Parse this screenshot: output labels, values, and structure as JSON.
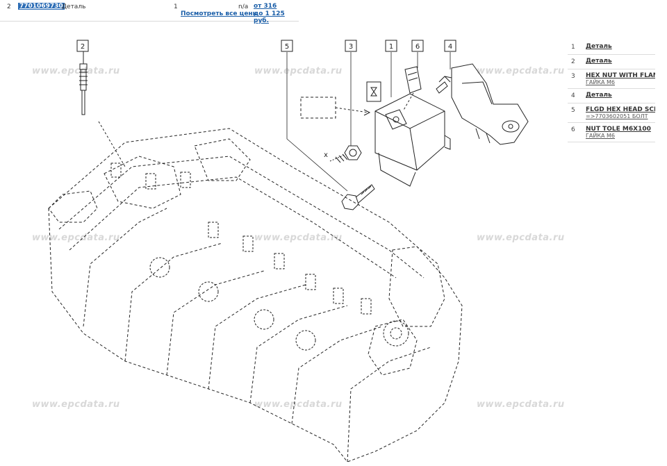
{
  "top_row": {
    "position": "2",
    "part_code": "7701069730",
    "description": "Деталь",
    "quantity": "1",
    "availability": "n/a",
    "price_from": "от 316",
    "price_to": "до 1 125 руб.",
    "all_prices_link": "Посмотреть все цены"
  },
  "watermark": "www.epcdata.ru",
  "diagram": {
    "callouts": [
      "2",
      "5",
      "3",
      "1",
      "6",
      "4"
    ],
    "x_marker": "x"
  },
  "legend": [
    {
      "index": "1",
      "name": "Деталь",
      "sub": ""
    },
    {
      "index": "2",
      "name": "Деталь",
      "sub": ""
    },
    {
      "index": "3",
      "name": "HEX NUT WITH FLANG",
      "sub": "ГАЙКА М6"
    },
    {
      "index": "4",
      "name": "Деталь",
      "sub": ""
    },
    {
      "index": "5",
      "name": "FLGD HEX HEAD SCR",
      "sub": "=>7703602051 БОЛТ"
    },
    {
      "index": "6",
      "name": "NUT TOLE M6X100",
      "sub": "ГАЙКА М6"
    }
  ],
  "colors": {
    "link": "#1a5ea8",
    "highlight": "#2b6cb5",
    "watermark": "#d8d8d8"
  }
}
